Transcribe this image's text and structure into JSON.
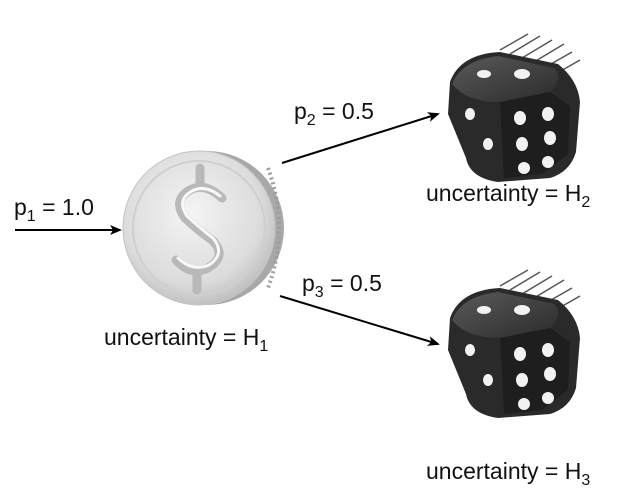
{
  "labels": {
    "input": {
      "var": "p",
      "sub": "1",
      "rest": " = 1.0"
    },
    "upper_branch": {
      "var": "p",
      "sub": "2",
      "rest": " = 0.5"
    },
    "lower_branch": {
      "var": "p",
      "sub": "3",
      "rest": " = 0.5"
    },
    "coin": {
      "text": "uncertainty = H",
      "sub": "1"
    },
    "die_top": {
      "text": "uncertainty = H",
      "sub": "2"
    },
    "die_bottom": {
      "text": "uncertainty = H",
      "sub": "3"
    }
  },
  "icons": {
    "coin": "dollar-coin-icon",
    "die_top": "dice-icon",
    "die_bottom": "dice-icon"
  },
  "colors": {
    "coin_face": "#e8e8e8",
    "coin_rim": "#bdbdbd",
    "die_body": "#2a2a2a",
    "die_pip": "#f2f2f2",
    "arrow": "#000000"
  }
}
